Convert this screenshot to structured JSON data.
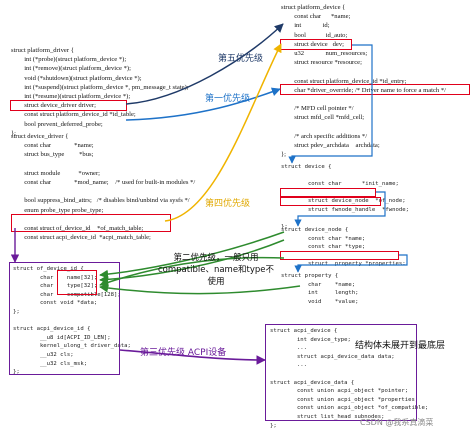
{
  "platform_driver": {
    "lines": [
      "struct platform_driver {",
      "        int (*probe)(struct platform_device *);",
      "        int (*remove)(struct platform_device *);",
      "        void (*shutdown)(struct platform_device *);",
      "        int (*suspend)(struct platform_device *, pm_message_t state);",
      "        int (*resume)(struct platform_device *);",
      "        struct device_driver driver;",
      "        const struct platform_device_id *id_table;",
      "        bool prevent_deferred_probe;",
      "};"
    ]
  },
  "device_driver": {
    "lines": [
      "struct device_driver {",
      "        const char              *name;",
      "        struct bus_type         *bus;",
      "",
      "        struct module           *owner;",
      "        const char              *mod_name;    /* used for built-in modules */",
      "",
      "        bool suppress_bind_attrs;   /* disables bind/unbind via sysfs */",
      "        enum probe_type probe_type;",
      "",
      "        const struct of_device_id    *of_match_table;",
      "        const struct acpi_device_id  *acpi_match_table;"
    ]
  },
  "platform_device": {
    "lines": [
      "struct platform_device {",
      "        const char      *name;",
      "        int             id;",
      "        bool            id_auto;",
      "        struct device   dev;",
      "        u32             num_resources;",
      "        struct resource *resource;",
      "",
      "        const struct platform_device_id *id_entry;",
      "        char *driver_override; /* Driver name to force a match */",
      "",
      "        /* MFD cell pointer */",
      "        struct mfd_cell *mfd_cell;",
      "",
      "        /* arch specific additions */",
      "        struct pdev_archdata    archdata;",
      "};"
    ]
  },
  "device": {
    "lines": [
      "struct device {",
      "",
      "        const char      *init_name;",
      "",
      "        struct device_node  *of_node;",
      "        struct fwnode_handle  *fwnode;",
      "",
      "};"
    ]
  },
  "device_node": {
    "lines": [
      "struct device_node {",
      "        const char *name;",
      "        const char *type;",
      "",
      "        struct  property *properties;"
    ]
  },
  "property": {
    "lines": [
      "struct property {",
      "        char    *name;",
      "        int     length;",
      "        void    *value;"
    ]
  },
  "of_device_id": {
    "lines": [
      "struct of_device_id {",
      "        char    name[32];",
      "        char    type[32];",
      "        char    compatible[128];",
      "        const void *data;",
      "};",
      "",
      "struct acpi_device_id {",
      "        __u8 id[ACPI_ID_LEN];",
      "        kernel_ulong_t driver_data;",
      "        __u32 cls;",
      "        __u32 cls_msk;",
      "};"
    ]
  },
  "acpi_device": {
    "lines": [
      "struct acpi_device {",
      "        int device_type;",
      "        ...",
      "        struct acpi_device_data data;",
      "        ...",
      "",
      "struct acpi_device_data {",
      "        const union acpi_object *pointer;",
      "        const union acpi_object *properties;",
      "        const union acpi_object *of_compatible;",
      "        struct list_head subnodes;",
      "};"
    ]
  },
  "annotations": {
    "fifth_priority": "第五优先级",
    "first_priority": "第一优先级",
    "fourth_priority": "第四优先级",
    "second_priority_line1": "第二优先级，一般只用",
    "second_priority_line2": "compatible、name和type不",
    "second_priority_line3": "使用",
    "third_priority": "第三优先级 ACPI设备",
    "unexpanded_note": "结构体未展开到最底层"
  },
  "watermark": "CSDN @我系真滴菜",
  "colors": {
    "box_red": "#e0001b",
    "arrow_navy": "#1f3a68",
    "arrow_blue": "#1e72c8",
    "arrow_yellow": "#f0b400",
    "arrow_green": "#2e8b2e",
    "box_purple": "#6a1b9a",
    "label_blue": "#1e72c8",
    "label_yellow": "#e0a800",
    "label_green": "#2e8b2e",
    "label_purple": "#6a1b9a"
  }
}
